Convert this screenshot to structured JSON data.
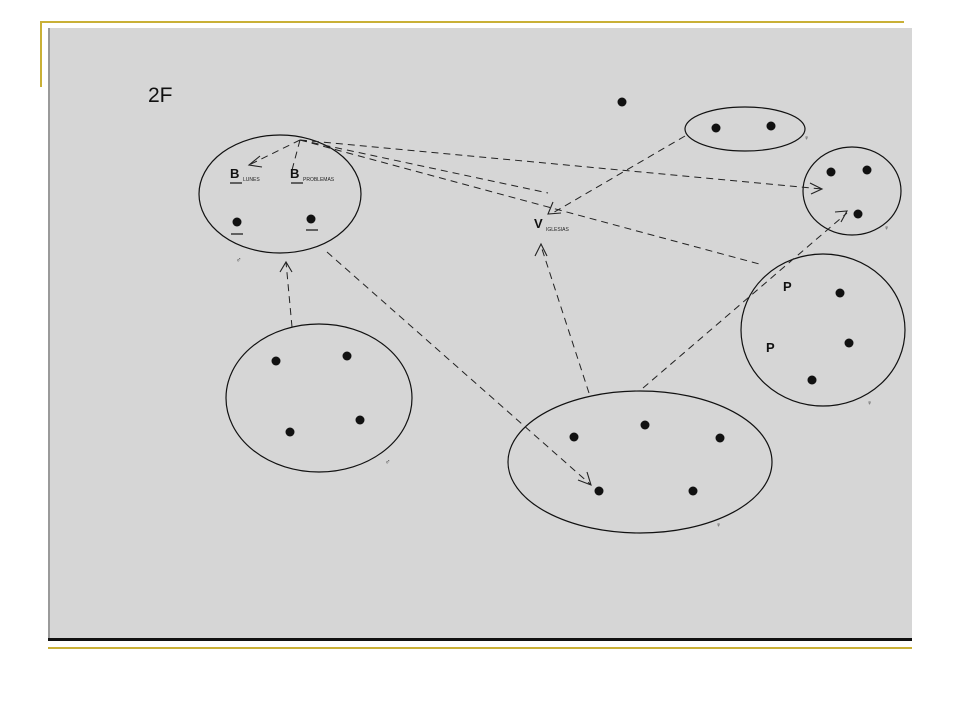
{
  "slide": {
    "title": "2F"
  },
  "colors": {
    "frame_accent": "#c9b037",
    "scan_background": "#d6d6d6",
    "ink": "#111111"
  },
  "diagram": {
    "labels": {
      "b_left": "B",
      "b_left_sub": "LUNES",
      "b_right": "B",
      "b_right_sub": "PROBLEMAS",
      "v": "V",
      "v_sub": "IGLESIAS",
      "p_top": "P",
      "p_bottom": "P"
    },
    "group_marks": {
      "top_left_group": "♂",
      "bottom_left_group": "♂",
      "bottom_center_group": "♀",
      "top_right_pair": "♀",
      "right_small_group": "♀",
      "right_large_group": "♀"
    }
  }
}
